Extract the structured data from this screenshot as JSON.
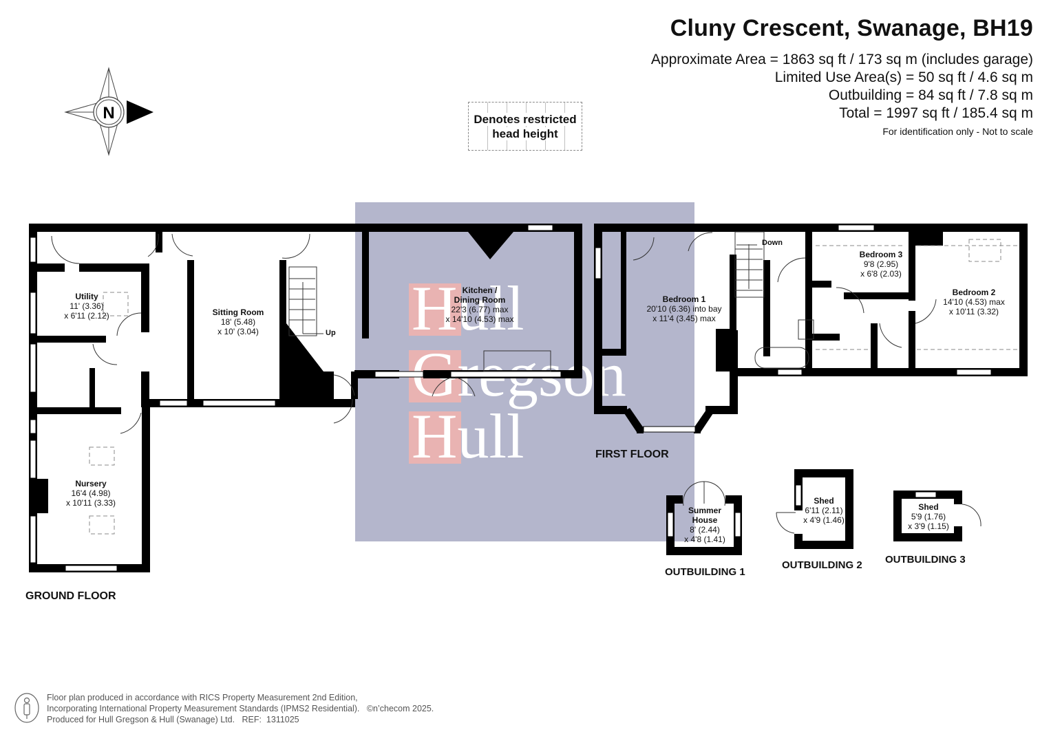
{
  "header": {
    "title": "Cluny Crescent, Swanage, BH19",
    "areas": [
      "Approximate Area = 1863 sq ft / 173 sq m (includes garage)",
      "Limited Use Area(s) = 50 sq ft / 4.6 sq m",
      "Outbuilding = 84 sq ft / 7.8 sq m",
      "Total = 1997 sq ft / 185.4 sq m"
    ],
    "disclaimer": "For identification only - Not to scale"
  },
  "legend": {
    "restricted_line1": "Denotes restricted",
    "restricted_line2": "head height"
  },
  "compass": {
    "label": "N",
    "icon": "compass-rose-icon"
  },
  "watermark": {
    "line1": "Hull",
    "line2": "Gregson",
    "line3": "Hull",
    "bg_color": "#b4b6cc",
    "block_color": "#e9b3b2"
  },
  "ground_floor": {
    "label": "GROUND FLOOR",
    "stairs_label": "Up",
    "rooms": [
      {
        "name": "Utility",
        "dim1": "11' (3.36)",
        "dim2": "x 6'11 (2.12)"
      },
      {
        "name": "Sitting Room",
        "dim1": "18' (5.48)",
        "dim2": "x 10' (3.04)"
      },
      {
        "name": "Kitchen /",
        "name2": "Dining Room",
        "dim1": "22'3 (6.77) max",
        "dim2": "x 14'10 (4.53) max"
      },
      {
        "name": "Nursery",
        "dim1": "16'4 (4.98)",
        "dim2": "x 10'11 (3.33)"
      }
    ]
  },
  "first_floor": {
    "label": "FIRST FLOOR",
    "stairs_label": "Down",
    "rooms": [
      {
        "name": "Bedroom 1",
        "dim1": "20'10 (6.36) into bay",
        "dim2": "x 11'4 (3.45) max"
      },
      {
        "name": "Bedroom 3",
        "dim1": "9'8 (2.95)",
        "dim2": "x 6'8 (2.03)"
      },
      {
        "name": "Bedroom 2",
        "dim1": "14'10 (4.53) max",
        "dim2": "x 10'11 (3.32)"
      }
    ]
  },
  "outbuildings": [
    {
      "label": "OUTBUILDING 1",
      "name": "Summer",
      "name2": "House",
      "dim1": "8' (2.44)",
      "dim2": "x 4'8 (1.41)"
    },
    {
      "label": "OUTBUILDING 2",
      "name": "Shed",
      "dim1": "6'11 (2.11)",
      "dim2": "x 4'9 (1.46)"
    },
    {
      "label": "OUTBUILDING 3",
      "name": "Shed",
      "dim1": "5'9 (1.76)",
      "dim2": "x 3'9 (1.15)"
    }
  ],
  "footer": {
    "line1": "Floor plan produced in accordance with RICS Property Measurement 2nd Edition,",
    "line2": "Incorporating International Property Measurement Standards (IPMS2 Residential).   ©n’checom 2025.",
    "line3": "Produced for Hull Gregson & Hull (Swanage) Ltd.   REF:  1311025"
  }
}
